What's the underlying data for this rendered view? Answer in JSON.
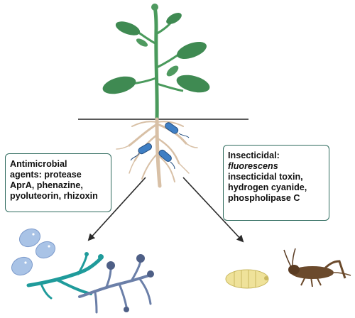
{
  "left_box": {
    "lines": [
      "Antimicrobial",
      "agents: protease",
      "AprA, phenazine,",
      "pyoluteorin, rhizoxin"
    ]
  },
  "right_box": {
    "lines": [
      "Insecticidal:",
      "fluorescens",
      "insecticidal toxin,",
      "hydrogen cyanide,",
      "phospholipase C"
    ]
  },
  "colors": {
    "leaf": "#3f8a52",
    "stem": "#4a9a5c",
    "root": "#d8c0a6",
    "bacteria": "#3f7fc4",
    "box_border": "#2f6b5e",
    "spore": "#a9c3e6",
    "hypha_teal": "#1f9b9b",
    "hypha_purple": "#6b7fa8",
    "larva": "#efe29a",
    "cricket": "#6b4a2c"
  },
  "icons": [
    "plant-icon",
    "bacterium-icon",
    "fungal-spore-icon",
    "hyphae-icon",
    "larva-icon",
    "cricket-icon"
  ]
}
